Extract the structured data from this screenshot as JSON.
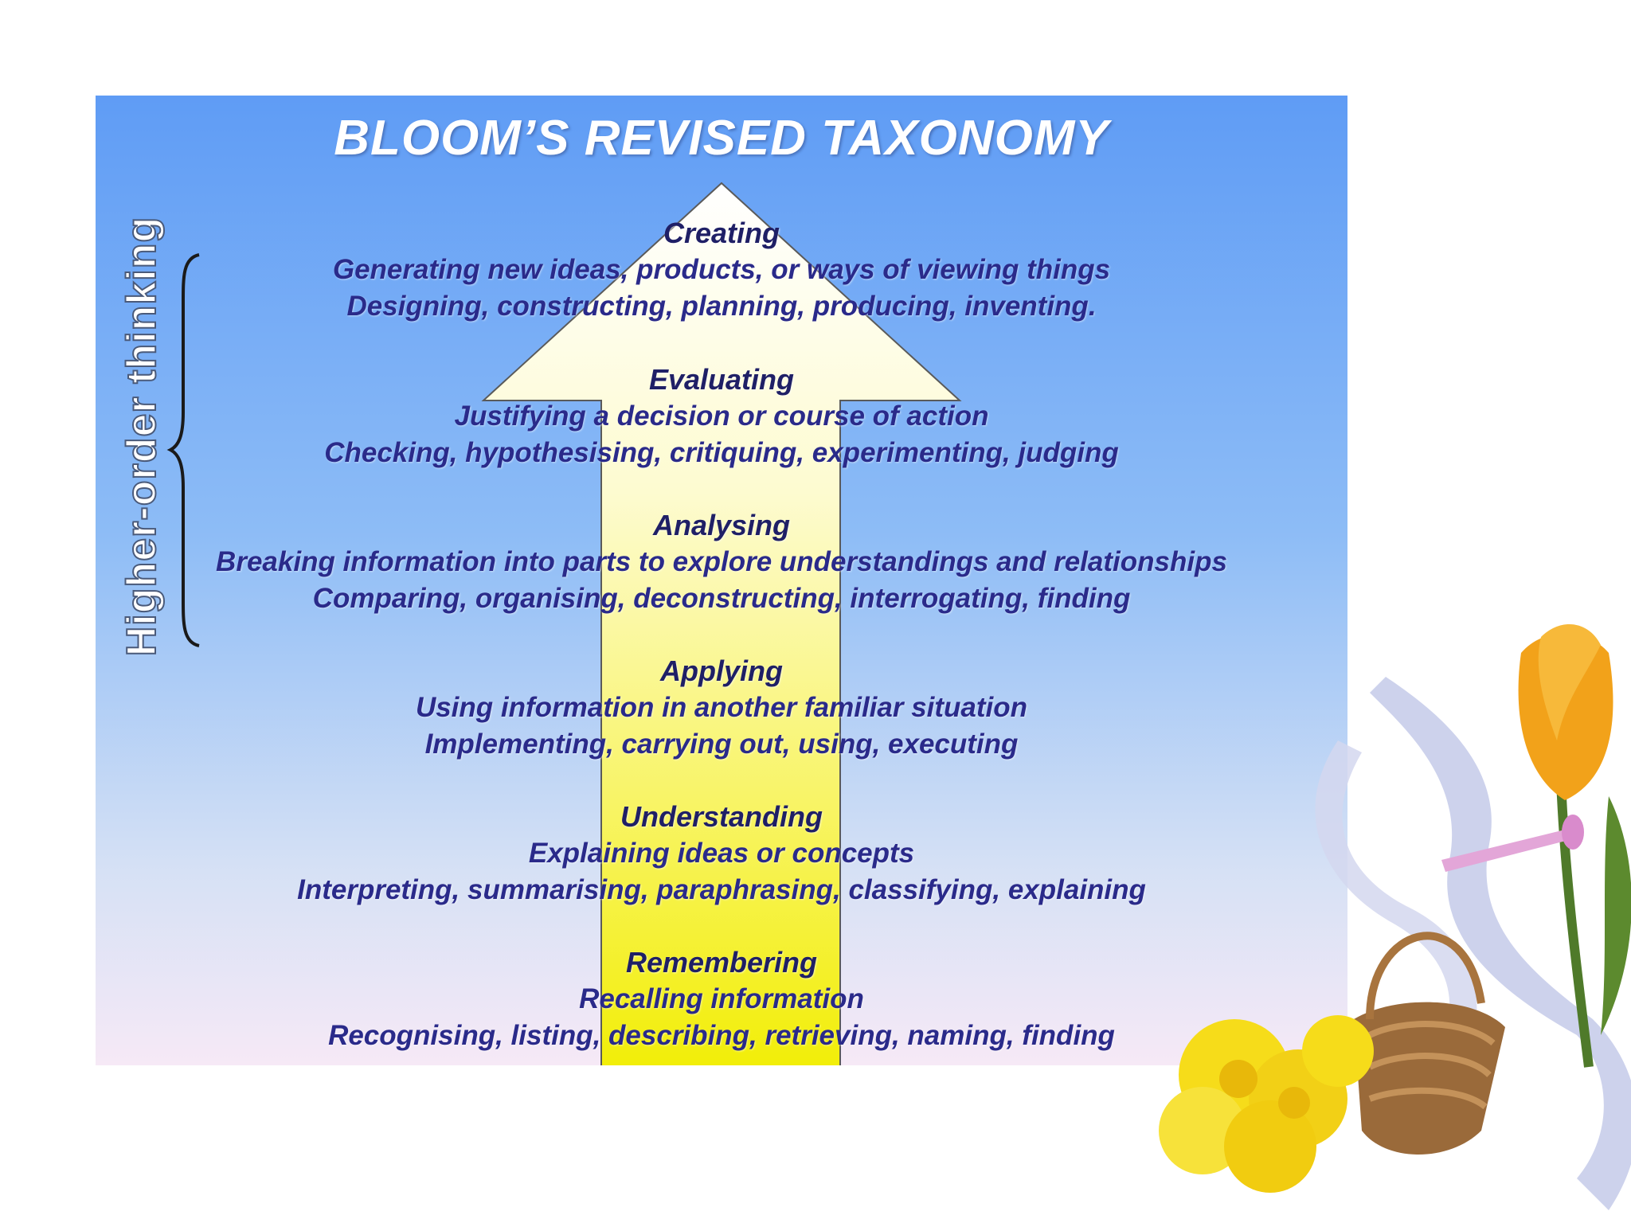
{
  "slide": {
    "title": "BLOOM’S REVISED TAXONOMY",
    "side_label": "Higher-order thinking",
    "levels": [
      {
        "name": "Creating",
        "line1": "Generating new ideas, products, or ways of viewing things",
        "line2": "Designing, constructing, planning, producing, inventing."
      },
      {
        "name": "Evaluating",
        "line1": "Justifying a decision or course of action",
        "line2": "Checking, hypothesising, critiquing, experimenting, judging"
      },
      {
        "name": "Analysing",
        "line1": "Breaking information into parts to explore understandings and relationships",
        "line2": "Comparing, organising, deconstructing, interrogating, finding"
      },
      {
        "name": "Applying",
        "line1": "Using information in another familiar situation",
        "line2": "Implementing, carrying out, using, executing"
      },
      {
        "name": "Understanding",
        "line1": "Explaining ideas or concepts",
        "line2": "Interpreting, summarising, paraphrasing, classifying, explaining"
      },
      {
        "name": "Remembering",
        "line1": "Recalling information",
        "line2": "Recognising, listing, describing, retrieving, naming, finding"
      }
    ]
  },
  "colors": {
    "panel_top": "#5f9cf5",
    "panel_bottom": "#f6e9f6",
    "arrow_fill_top": "#ffffff",
    "arrow_fill_bottom": "#f4f20c",
    "text": "#2a2a8a",
    "title": "#ffffff"
  },
  "decor": {
    "icons": [
      "tulip-icon",
      "daffodil-icon",
      "basket-icon",
      "ribbon-icon",
      "watering-can-icon"
    ]
  }
}
